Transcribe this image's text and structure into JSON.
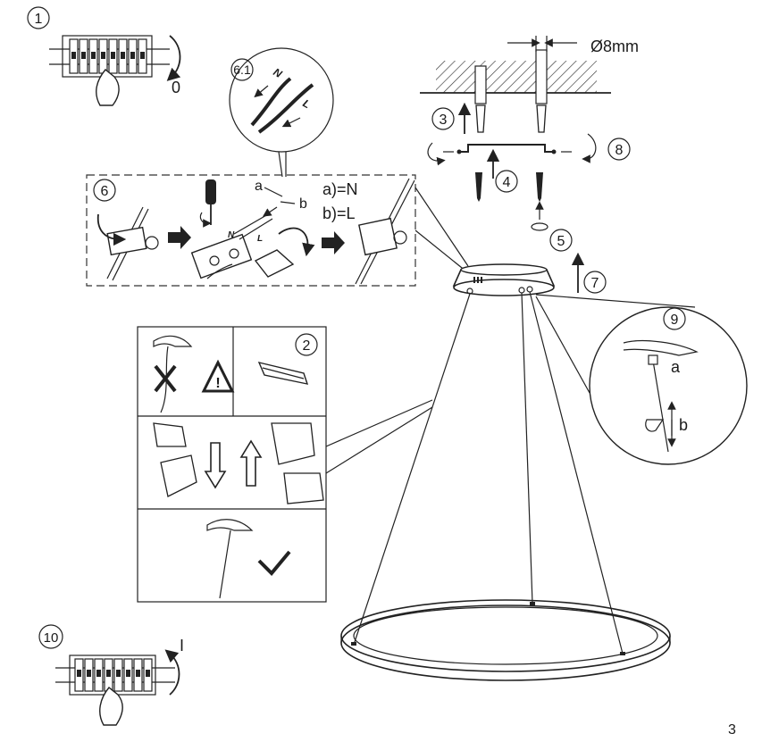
{
  "steps": {
    "s1": "1",
    "s2": "2",
    "s3": "3",
    "s4": "4",
    "s5": "5",
    "s6": "6",
    "s61": "6.1",
    "s7": "7",
    "s8": "8",
    "s9": "9",
    "s10": "10"
  },
  "labels": {
    "switch_off": "0",
    "switch_on": "I",
    "drill_diameter": "Ø8mm",
    "wire_a": "a",
    "wire_b": "b",
    "a_eq_n": "a)=N",
    "b_eq_l": "b)=L",
    "neutral": "N",
    "live": "L",
    "detail_a": "a",
    "detail_b": "b",
    "page_number": "3"
  }
}
